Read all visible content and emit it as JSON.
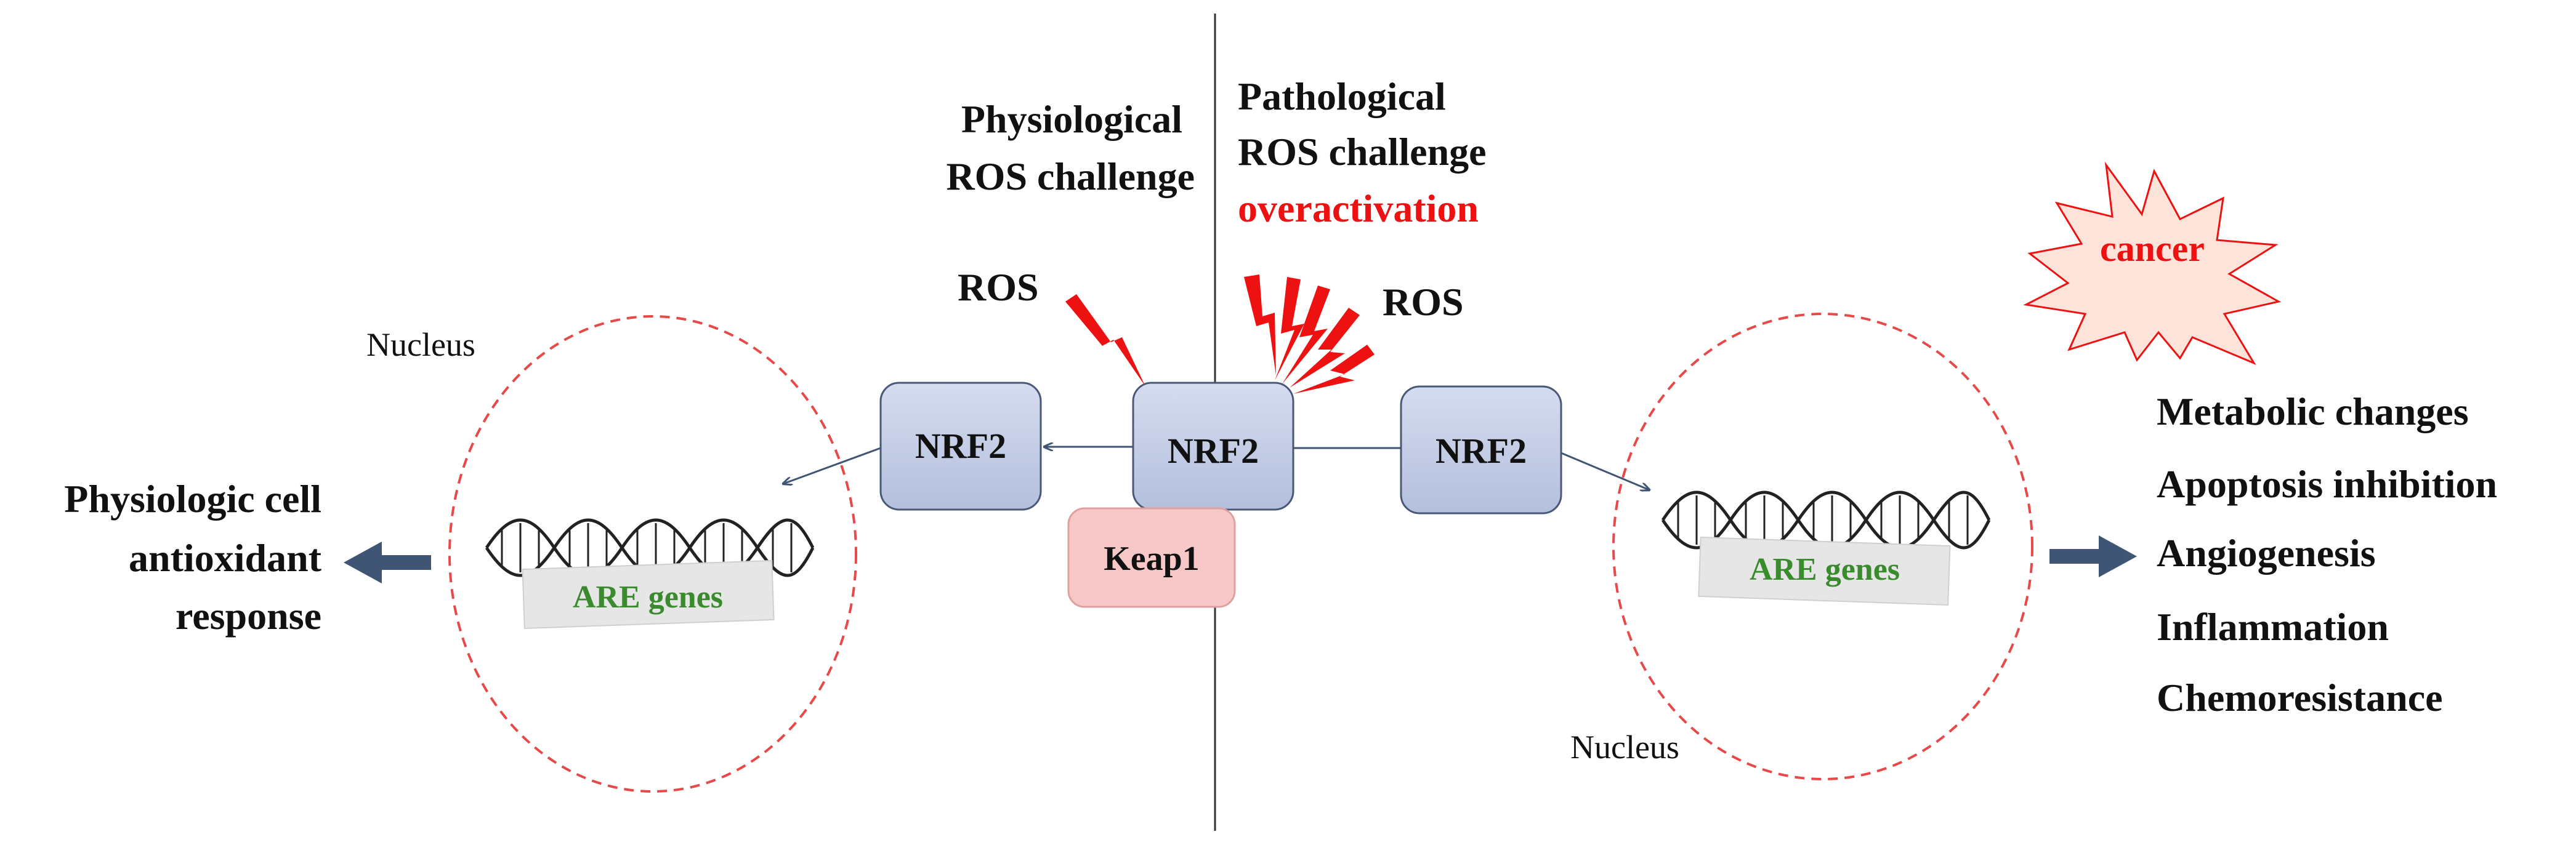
{
  "left_panel": {
    "heading_line1": "Physiological",
    "heading_line2": "ROS challenge",
    "ros_label": "ROS",
    "nucleus_label": "Nucleus",
    "are_label": "ARE genes",
    "nrf2_inner_label": "NRF2",
    "nrf2_center_label": "NRF2",
    "keap1_label": "Keap1",
    "outcome_line1": "Physiologic cell",
    "outcome_line2": "antioxidant",
    "outcome_line3": "response"
  },
  "right_panel": {
    "heading_line1": "Pathological",
    "heading_line2": "ROS challenge",
    "heading_line3": "overactivation",
    "ros_label": "ROS",
    "nrf2_label": "NRF2",
    "nucleus_label": "Nucleus",
    "are_label": "ARE genes",
    "cancer_label": "cancer",
    "outcomes": [
      "Metabolic changes",
      "Apoptosis inhibition",
      "Angiogenesis",
      "Inflammation",
      "Chemoresistance"
    ]
  },
  "colors": {
    "nrf2_fill": "#c7cfe6",
    "keap1_fill": "#f8c8c8",
    "ros_bolt": "#ee1111",
    "nucleus_dash": "#e84848",
    "are_text": "#3a8a2e",
    "arrow": "#3f5573",
    "overactivation": "#ee1111",
    "cancer_fill": "#fde3da"
  }
}
